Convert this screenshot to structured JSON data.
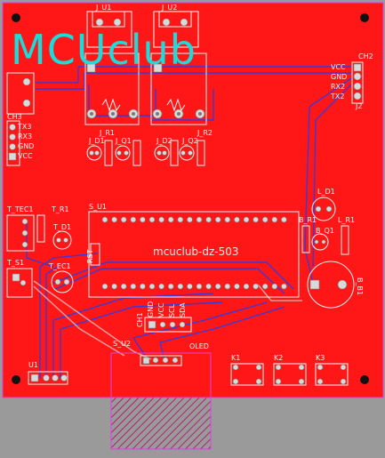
{
  "board": {
    "logo_text": "MCUclub",
    "center_label": "mcuclub-dz-503"
  },
  "labels": {
    "relay1": "J_U1",
    "relay2": "J_U2",
    "ch2": "CH2",
    "ch2_pins": [
      "VCC",
      "GND",
      "RX2",
      "TX2"
    ],
    "ch2_ref": "J2",
    "ch3": "CH3",
    "ch3_pins": [
      "TX3",
      "RX3",
      "GND",
      "VCC"
    ],
    "ttec1": "T_TEC1",
    "tr1": "T_R1",
    "td1": "T_D1",
    "ts1": "T_S1",
    "tec1": "T_EC1",
    "su1": "S_U1",
    "su2": "S_U2",
    "oled": "OLED",
    "ld1": "L_D1",
    "br1": "B_R1",
    "lr1": "L_R1",
    "bq1": "B_Q1",
    "bb1": "B_B1",
    "u1": "U1",
    "ch1": "CH1",
    "ch1_pins": [
      "GND",
      "VCC",
      "SCL",
      "SDA"
    ],
    "k1": "K1",
    "k2": "K2",
    "k3": "K3",
    "rst": "RST",
    "jr1": "J_R1",
    "jr2": "J_R2",
    "jd1": "J_D1",
    "jd2": "J_D2",
    "jq1": "J_Q1",
    "jq2": "J_Q2"
  },
  "colors": {
    "copper_top": "#ff1616",
    "background": "#9a9a9a",
    "silkscreen": "#f4f4f4",
    "logo": "#19dcdc",
    "bottom_trace": "#3a3ad8",
    "board_outline": "#e040e0",
    "pad": "#d9d9d9",
    "oled_hatch": "#b02070"
  }
}
